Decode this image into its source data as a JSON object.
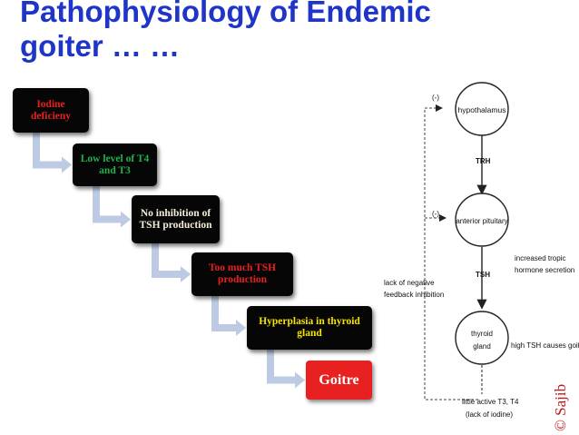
{
  "title": {
    "line1": "Pathophysiology of Endemic",
    "line2": "goiter … …"
  },
  "steps": [
    {
      "label": "Iodine deficieny",
      "color": "#e8201f"
    },
    {
      "label": "Low level of T4 and T3",
      "color": "#1fb34a"
    },
    {
      "label": "No inhibition of TSH production",
      "color": "#f4eed8"
    },
    {
      "label": "Too much TSH production",
      "color": "#e8201f"
    },
    {
      "label": "Hyperplasia in thyroid gland",
      "color": "#f5e400"
    }
  ],
  "result": {
    "label": "Goitre",
    "color": "#e8201f"
  },
  "arrow_color": "#bccbe3",
  "feedback": {
    "hypothalamus": "hypothalamus",
    "anterior_pituitary": "anterior pituitary",
    "thyroid_line1": "thyroid",
    "thyroid_line2": "gland",
    "trh": "TRH",
    "tsh": "TSH",
    "minus1": "(-)",
    "minus2": "(-)",
    "lack_neg_line1": "lack of negative",
    "lack_neg_line2": "feedback inhibition",
    "inc_tropic_line1": "increased tropic",
    "inc_tropic_line2": "hormone secretion",
    "high_tsh": "high TSH causes goiter",
    "little_active_line1": "little active T3, T4",
    "little_active_line2": "(lack of iodine)"
  },
  "copyright": "© Sajib"
}
